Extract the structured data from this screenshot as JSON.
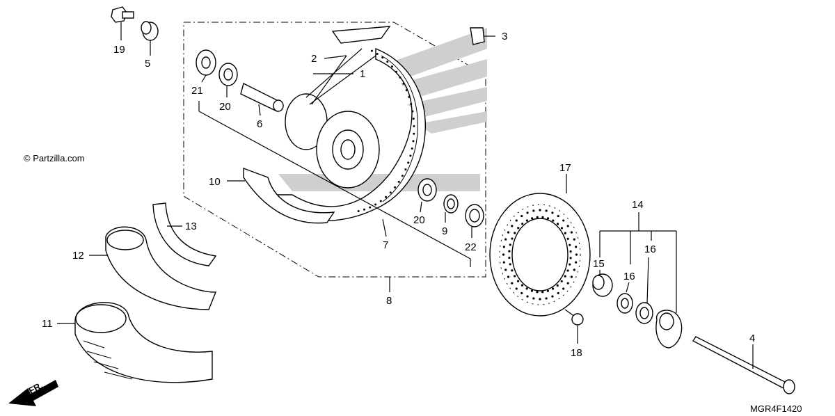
{
  "copyright": "© Partzilla.com",
  "diagram_code": "MGR4F1420",
  "direction_label": "FR.",
  "callouts": [
    {
      "id": "c1",
      "text": "1"
    },
    {
      "id": "c2",
      "text": "2"
    },
    {
      "id": "c3",
      "text": "3"
    },
    {
      "id": "c4",
      "text": "4"
    },
    {
      "id": "c5",
      "text": "5"
    },
    {
      "id": "c6",
      "text": "6"
    },
    {
      "id": "c7",
      "text": "7"
    },
    {
      "id": "c8",
      "text": "8"
    },
    {
      "id": "c9",
      "text": "9"
    },
    {
      "id": "c10",
      "text": "10"
    },
    {
      "id": "c11",
      "text": "11"
    },
    {
      "id": "c12",
      "text": "12"
    },
    {
      "id": "c13",
      "text": "13"
    },
    {
      "id": "c14",
      "text": "14"
    },
    {
      "id": "c15",
      "text": "15"
    },
    {
      "id": "c16a",
      "text": "16"
    },
    {
      "id": "c16b",
      "text": "16"
    },
    {
      "id": "c17",
      "text": "17"
    },
    {
      "id": "c18",
      "text": "18"
    },
    {
      "id": "c19",
      "text": "19"
    },
    {
      "id": "c20a",
      "text": "20"
    },
    {
      "id": "c20b",
      "text": "20"
    },
    {
      "id": "c21",
      "text": "21"
    },
    {
      "id": "c22",
      "text": "22"
    }
  ]
}
